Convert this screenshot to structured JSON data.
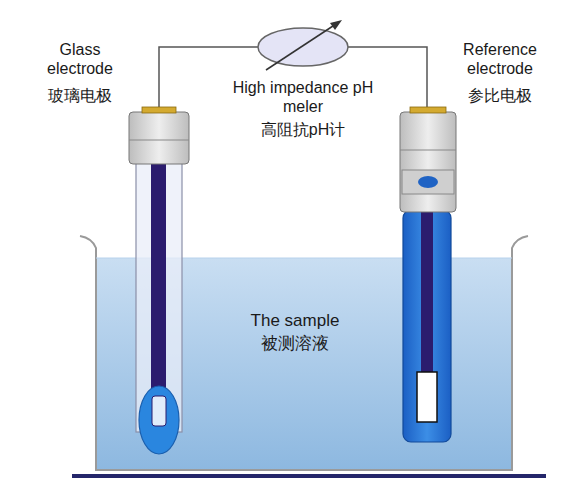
{
  "diagram": {
    "nodes": [
      {
        "text": [
          "The sample",
          "被测溶液"
        ]
      }
    ],
    "labels": [
      "Glass electrode",
      "玻璃电极",
      "High impedance pH meler",
      "高阻抗pH计",
      "Reference electrode",
      "参比电极"
    ]
  }
}
